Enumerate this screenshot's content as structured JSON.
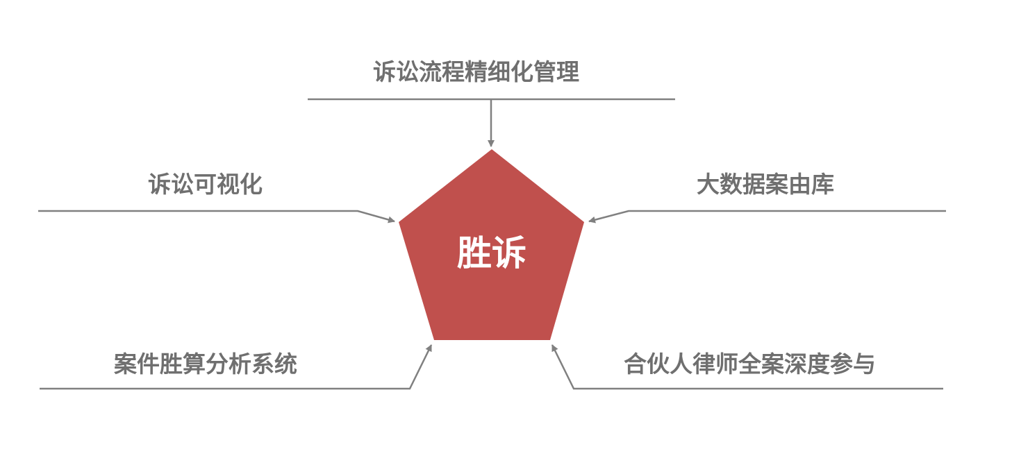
{
  "center": {
    "label": "胜诉",
    "color": "#C0504D"
  },
  "line_color": "#808080",
  "text_color": "#6F6F6F",
  "factors": [
    {
      "label": "诉讼流程精细化管理"
    },
    {
      "label": "诉讼可视化"
    },
    {
      "label": "大数据案由库"
    },
    {
      "label": "案件胜算分析系统"
    },
    {
      "label": "合伙人律师全案深度参与"
    }
  ]
}
